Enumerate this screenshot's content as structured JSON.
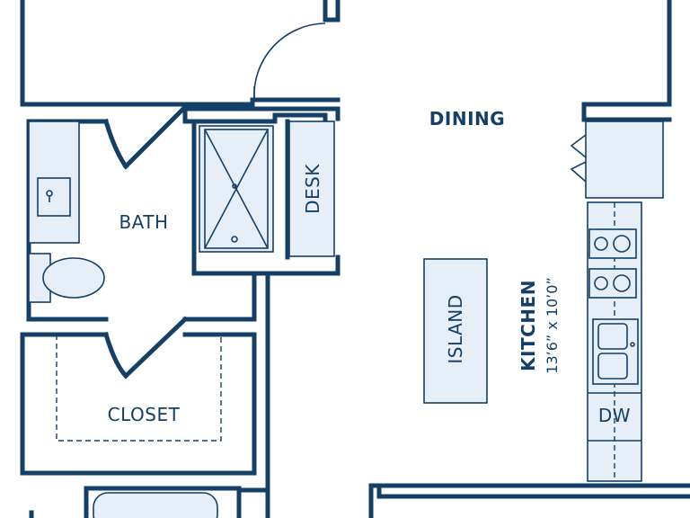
{
  "rooms": {
    "dining": "DINING",
    "bath": "BATH",
    "desk": "DESK",
    "closet": "CLOSET",
    "island": "ISLAND",
    "kitchen": "KITCHEN",
    "kitchen_dims": "13’6” x 10’0”",
    "dw": "DW"
  },
  "colors": {
    "wall": "#143f66",
    "fixture_fill": "#e6eef7",
    "background": "#ffffff"
  }
}
